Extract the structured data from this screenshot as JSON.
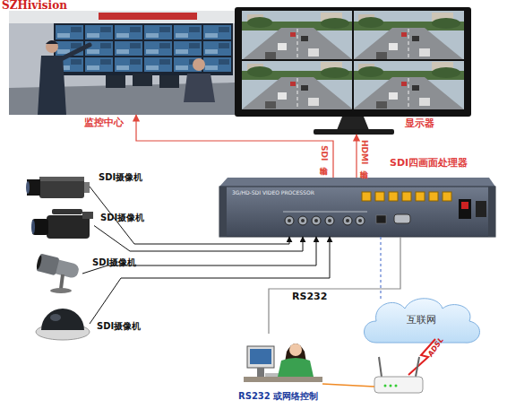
{
  "diagram": {
    "nodes": [
      {
        "text": [
          "监控中心"
        ]
      },
      {
        "text": [
          "显示器"
        ]
      },
      {
        "text": [
          "SDI四画面处理器",
          "3G/HD-SDI VIDEO PROCESSOR"
        ]
      },
      {
        "text": [
          "SDI摄像机"
        ]
      },
      {
        "text": [
          "SDI摄像机"
        ]
      },
      {
        "text": [
          "SDI摄像机"
        ]
      },
      {
        "text": [
          "SDI摄像机"
        ]
      },
      {
        "text": [
          "互联网"
        ]
      },
      {
        "text": [
          "RS232 或网络控制"
        ]
      }
    ],
    "edges": [
      {
        "from": 3,
        "to": 2,
        "arrow": "to"
      },
      {
        "from": 4,
        "to": 2,
        "arrow": "to"
      },
      {
        "from": 5,
        "to": 2,
        "arrow": "to"
      },
      {
        "from": 6,
        "to": 2,
        "arrow": "to"
      },
      {
        "from": 2,
        "to": 1,
        "label": "HDMI输出",
        "arrow": "to"
      },
      {
        "from": 2,
        "to": 0,
        "label": "SDI输出",
        "arrow": "to"
      },
      {
        "from": 8,
        "to": 2,
        "label": "RS232",
        "arrow": "none"
      },
      {
        "from": 2,
        "to": 7,
        "arrow": "none"
      }
    ],
    "labels": [
      "SZHivision",
      "ADSL"
    ]
  }
}
